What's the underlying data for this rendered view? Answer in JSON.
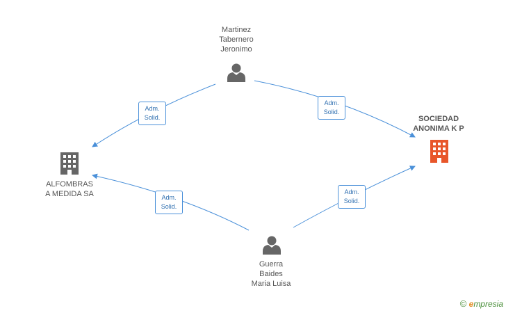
{
  "nodes": {
    "martinez": {
      "lines": [
        "Martinez",
        "Tabernero",
        "Jeronimo"
      ],
      "icon": "person-icon",
      "color": "#666666"
    },
    "guerra": {
      "lines": [
        "Guerra",
        "Baides",
        "Maria Luisa"
      ],
      "icon": "person-icon",
      "color": "#666666"
    },
    "alfombras": {
      "lines": [
        "ALFOMBRAS",
        "A MEDIDA SA"
      ],
      "icon": "building-icon",
      "color": "#666666"
    },
    "sociedad": {
      "lines": [
        "SOCIEDAD",
        "ANONIMA K P"
      ],
      "icon": "building-icon",
      "color": "#e8562a"
    }
  },
  "edges": [
    {
      "from": "martinez",
      "to": "alfombras",
      "label": [
        "Adm.",
        "Solid."
      ]
    },
    {
      "from": "martinez",
      "to": "sociedad",
      "label": [
        "Adm.",
        "Solid."
      ]
    },
    {
      "from": "guerra",
      "to": "alfombras",
      "label": [
        "Adm.",
        "Solid."
      ]
    },
    {
      "from": "guerra",
      "to": "sociedad",
      "label": [
        "Adm.",
        "Solid."
      ]
    }
  ],
  "edge_color": "#4a90d9",
  "brand": {
    "copyright": "©",
    "e": "e",
    "rest": "mpresia"
  }
}
